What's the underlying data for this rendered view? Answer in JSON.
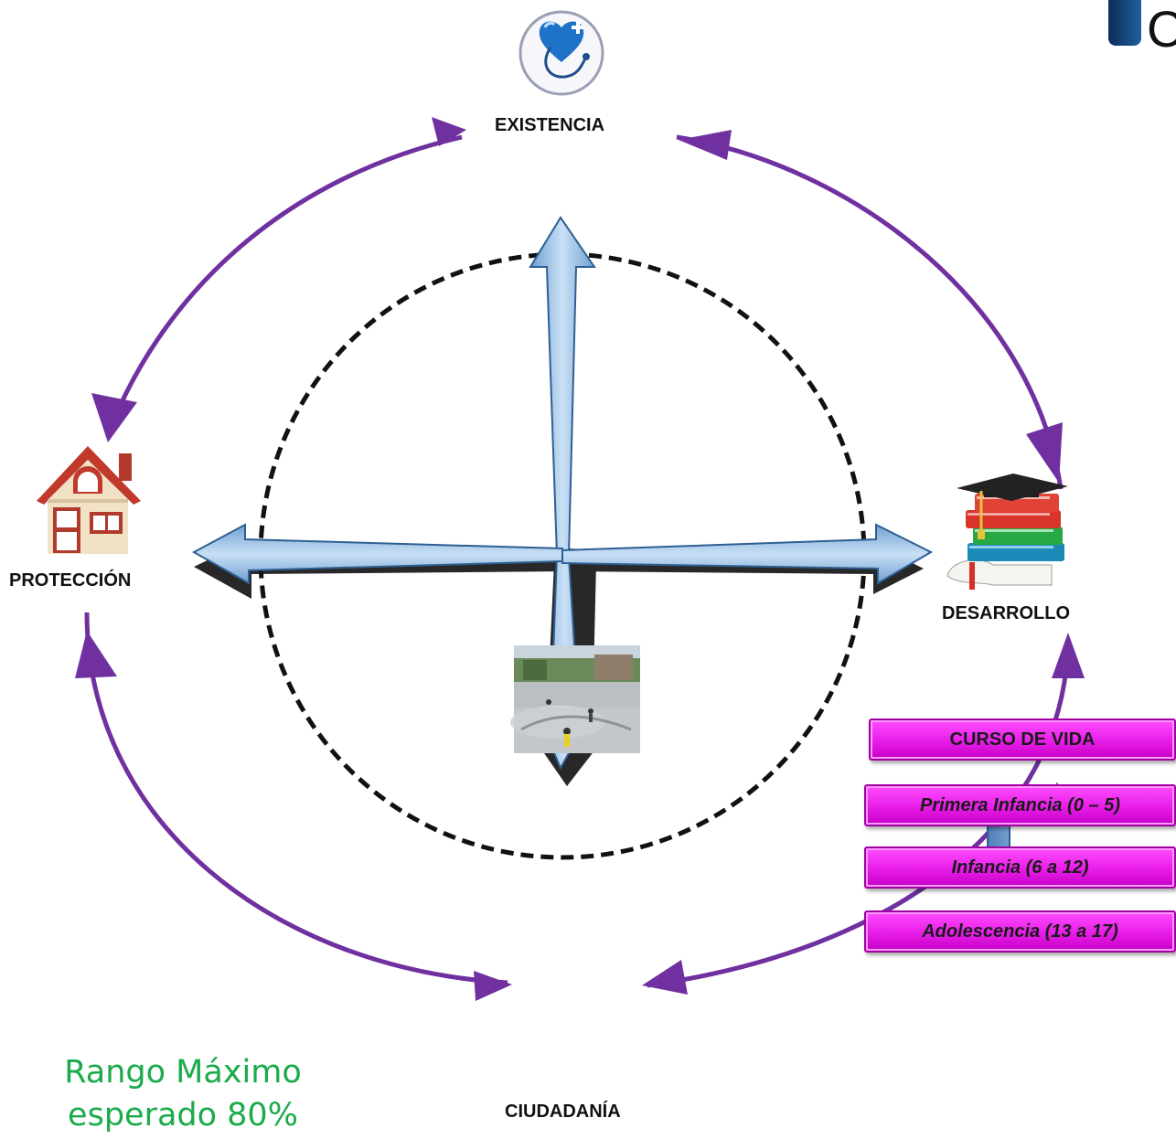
{
  "nodes": {
    "existencia": "EXISTENCIA",
    "proteccion": "PROTECCIÓN",
    "desarrollo": "DESARROLLO",
    "ciudadania": "CIUDADANÍA"
  },
  "legend": {
    "title": "CURSO  DE    VIDA",
    "items": [
      "Primera Infancia (0 – 5)",
      "Infancia (6 a 12)",
      "Adolescencia (13 a 17)"
    ]
  },
  "range_text": {
    "line1": "Rango Máximo",
    "line2": "esperado 80%"
  },
  "corner_glyph": "C",
  "colors": {
    "cycle": "#7030a0",
    "axis_arrow": "#9dc3e6",
    "pill": "#e81de8",
    "range_text": "#1aab4a"
  },
  "icons": {
    "existencia": "health-heart-stethoscope-icon",
    "proteccion": "house-icon",
    "desarrollo": "books-graduation-cap-icon",
    "ciudadania": "skatepark-photo"
  }
}
